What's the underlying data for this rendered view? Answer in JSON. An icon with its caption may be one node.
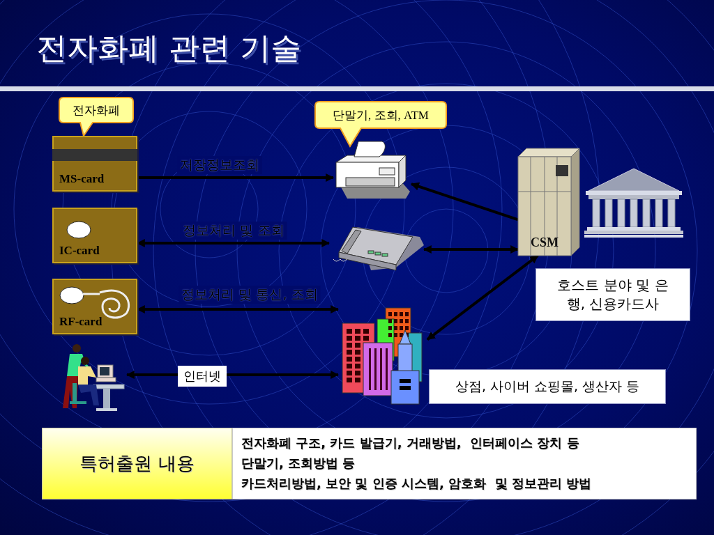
{
  "diagram": {
    "title": "전자화폐 관련 기술",
    "nodes": [
      {
        "text": [
          "전자화폐"
        ]
      },
      {
        "text": [
          "MS-card"
        ]
      },
      {
        "text": [
          "IC-card"
        ]
      },
      {
        "text": [
          "RF-card"
        ]
      },
      {
        "text": [],
        "shape": "picture"
      },
      {
        "text": [
          "단말기, 조회, ATM"
        ]
      },
      {
        "text": [],
        "shape": "picture"
      },
      {
        "text": [],
        "shape": "picture"
      },
      {
        "text": [],
        "shape": "picture"
      },
      {
        "text": [
          "CSM"
        ]
      },
      {
        "text": [],
        "shape": "picture"
      },
      {
        "text": [
          "호스트 분야 및 은행, 신용카드사"
        ]
      },
      {
        "text": [
          "상점, 사이버 쇼핑몰, 생산자 등"
        ]
      },
      {
        "text": [
          "특허출원 내용"
        ]
      },
      {
        "text": [
          "전자화폐 구조, 카드 발급기, 거래방법,  인터페이스 장치 등",
          "단말기, 조회방법 등",
          "카드처리방법, 보안 및 인증 시스템, 암호화  및 정보관리 방법"
        ]
      }
    ],
    "edges": [
      {
        "from": 1,
        "to": 6,
        "arrow": "to",
        "label": "저장정보조회"
      },
      {
        "from": 2,
        "to": 7,
        "arrow": "both",
        "label": "정보처리 및 조회"
      },
      {
        "from": 3,
        "to": 8,
        "arrow": "both",
        "label": "정보처리 및 통신, 조회"
      },
      {
        "from": 4,
        "to": 8,
        "arrow": "both",
        "label": "인터넷"
      },
      {
        "from": 9,
        "to": 6,
        "arrow": "to"
      },
      {
        "from": 7,
        "to": 9,
        "arrow": "both"
      },
      {
        "from": 8,
        "to": 9,
        "arrow": "both"
      }
    ]
  }
}
